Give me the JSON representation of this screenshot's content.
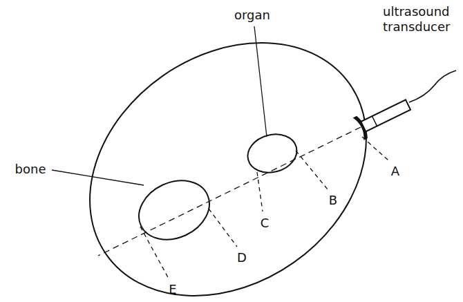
{
  "diagram": {
    "labels": [
      "ultrasound transducer",
      "organ",
      "bone",
      "A",
      "B",
      "C",
      "D",
      "E"
    ]
  }
}
